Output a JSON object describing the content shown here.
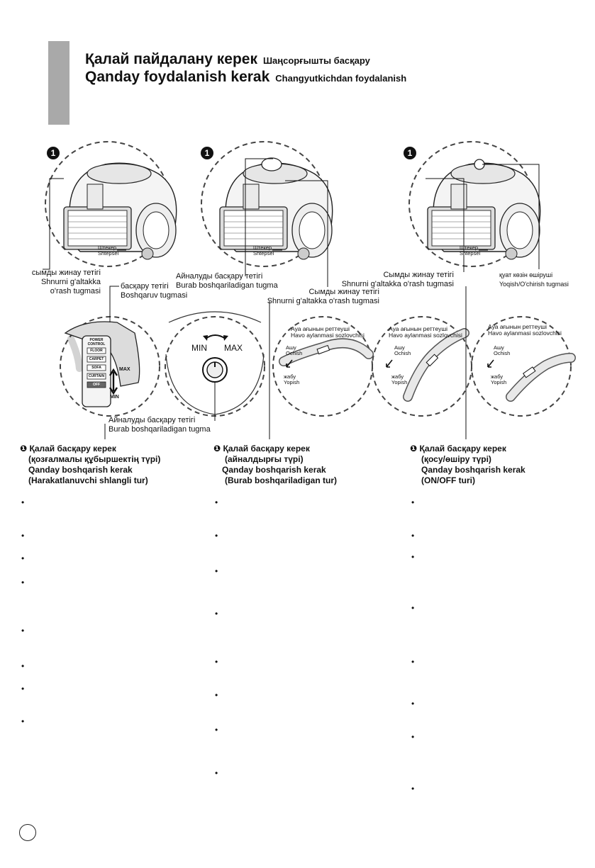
{
  "header": {
    "title_kk": "Қалай пайдалану керек",
    "subtitle_kk": "Шаңсорғышты басқару",
    "title_uz": "Qanday foydalanish kerak",
    "subtitle_uz": "Changyutkichdan foydalanish"
  },
  "step_badge": "1",
  "unit_labels": {
    "plug_kk": "Штекер",
    "plug_uz": "Shtepsel"
  },
  "callouts": {
    "col1_cord_kk": "сымды жинау тетігі",
    "col1_cord_uz1": "Shnurni g'altakka",
    "col1_cord_uz2": "o'rash tugmasi",
    "col1_control_kk": "басқару тетігі",
    "col1_control_uz": "Boshqaruv tugmasi",
    "col2_knob_kk": "Айналуды басқару тетігі",
    "col2_knob_uz": "Burab boshqariladigan tugma",
    "col2_cord_kk": "Сымды жинау тетігі",
    "col2_cord_uz": "Shnurni g'altakka o'rash tugmasi",
    "col2_dial_kk": "Айналуды басқару тетігі",
    "col2_dial_uz": "Burab boshqariladigan tugma",
    "col3_cord_kk": "Сымды жинау тетігі",
    "col3_cord_uz": "Shnurni g'altakka o'rash tugmasi",
    "col3_power_kk": "қуат көзін өшіруші",
    "col3_power_uz": "Yoqish/O'chirish tugmasi"
  },
  "handle_panel": {
    "title1": "POWER",
    "title2": "CONTROL",
    "buttons": [
      "FLOOR",
      "CARPET",
      "SOFA",
      "CURTAIN",
      "OFF"
    ],
    "max": "MAX",
    "min": "MIN"
  },
  "dial": {
    "min": "MIN",
    "max": "MAX"
  },
  "airflow": {
    "title_kk": "Ауа ағынын реттеуші",
    "title_uz": "Havo aylanmasi sozlovchisi",
    "open_kk": "Ашу",
    "open_uz": "Ochish",
    "close_kk": "жабу",
    "close_uz": "Yopish"
  },
  "sections": [
    {
      "lines": [
        "Қалай басқару керек",
        "(қозғалмалы құбыршектің түрі)",
        "Qanday boshqarish kerak",
        "(Harakatlanuvchi shlangli tur)"
      ]
    },
    {
      "lines": [
        "Қалай басқару керек",
        "(айналдырғы түрі)",
        "Qanday boshqarish kerak",
        "(Burab boshqariladigan tur)"
      ]
    },
    {
      "lines": [
        "Қалай басқару керек",
        "(қосу/өшіру түрі)",
        "Qanday boshqarish kerak",
        "(ON/OFF turi)"
      ]
    }
  ],
  "section_marker": "❶",
  "bullet_char": "•"
}
